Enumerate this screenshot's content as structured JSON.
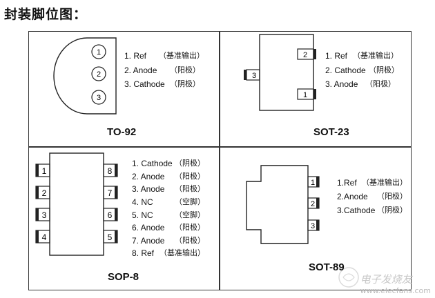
{
  "heading": "封装脚位图：",
  "packages": {
    "to92": {
      "name": "TO-92",
      "pins": [
        {
          "num": "1",
          "label": "1. Ref",
          "note": "（基准输出）"
        },
        {
          "num": "2",
          "label": "2. Anode",
          "note": "（阳极）"
        },
        {
          "num": "3",
          "label": "3. Cathode",
          "note": "（阴极）"
        }
      ]
    },
    "sot23": {
      "name": "SOT-23",
      "pins": [
        {
          "num": "1",
          "label": "1. Ref",
          "note": "（基准输出）"
        },
        {
          "num": "2",
          "label": "2. Cathode",
          "note": "（阴极）"
        },
        {
          "num": "3",
          "label": "3. Anode",
          "note": "（阳极）"
        }
      ]
    },
    "sop8": {
      "name": "SOP-8",
      "pins": [
        {
          "num": "1",
          "label": "1. Cathode",
          "note": "（阴极）"
        },
        {
          "num": "2",
          "label": "2. Anode",
          "note": "（阳极）"
        },
        {
          "num": "3",
          "label": "3. Anode",
          "note": "（阳极）"
        },
        {
          "num": "4",
          "label": "4. NC",
          "note": "（空脚）"
        },
        {
          "num": "5",
          "label": "5. NC",
          "note": "（空脚）"
        },
        {
          "num": "6",
          "label": "6. Anode",
          "note": "（阳极）"
        },
        {
          "num": "7",
          "label": "7. Anode",
          "note": "（阳极）"
        },
        {
          "num": "8",
          "label": "8. Ref",
          "note": "（基准输出）"
        }
      ]
    },
    "sot89": {
      "name": "SOT-89",
      "pins": [
        {
          "num": "1",
          "label": "1.Ref",
          "note": "（基准输出）"
        },
        {
          "num": "2",
          "label": "2.Anode",
          "note": "（阳极）"
        },
        {
          "num": "3",
          "label": "3.Cathode",
          "note": "（阴极）"
        }
      ]
    }
  },
  "watermark": {
    "cn": "电子发烧友",
    "url": "www.elecfans.com"
  }
}
